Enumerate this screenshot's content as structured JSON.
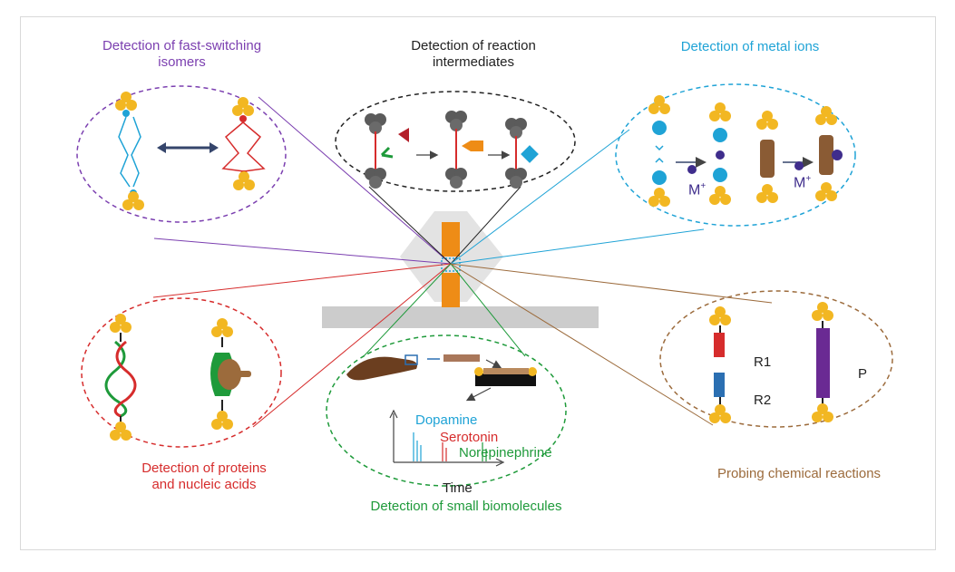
{
  "colors": {
    "purple": "#7b3fb0",
    "black": "#222222",
    "blue": "#1fa3d6",
    "red": "#d62c2c",
    "green": "#1e9a3a",
    "brown": "#9c6b3c",
    "gold": "#f2b722",
    "orange": "#ee8c16",
    "grey": "#cfcfcf",
    "navy": "#3f2d8c"
  },
  "panels": {
    "fast_switching": {
      "title_line1": "Detection of fast-switching",
      "title_line2": "isomers"
    },
    "intermediates": {
      "title_line1": "Detection of reaction",
      "title_line2": "intermediates"
    },
    "metal_ions": {
      "title": "Detection of metal ions",
      "ion_label": "M",
      "ion_charge": "+"
    },
    "proteins": {
      "title_line1": "Detection of proteins",
      "title_line2": "and nucleic acids"
    },
    "biomolecules": {
      "title": "Detection of small biomolecules",
      "axis_label": "Time",
      "species": [
        "Dopamine",
        "Serotonin",
        "Norepinephrine"
      ]
    },
    "reactions": {
      "title": "Probing chemical reactions",
      "r1": "R1",
      "r2": "R2",
      "product": "P"
    }
  }
}
